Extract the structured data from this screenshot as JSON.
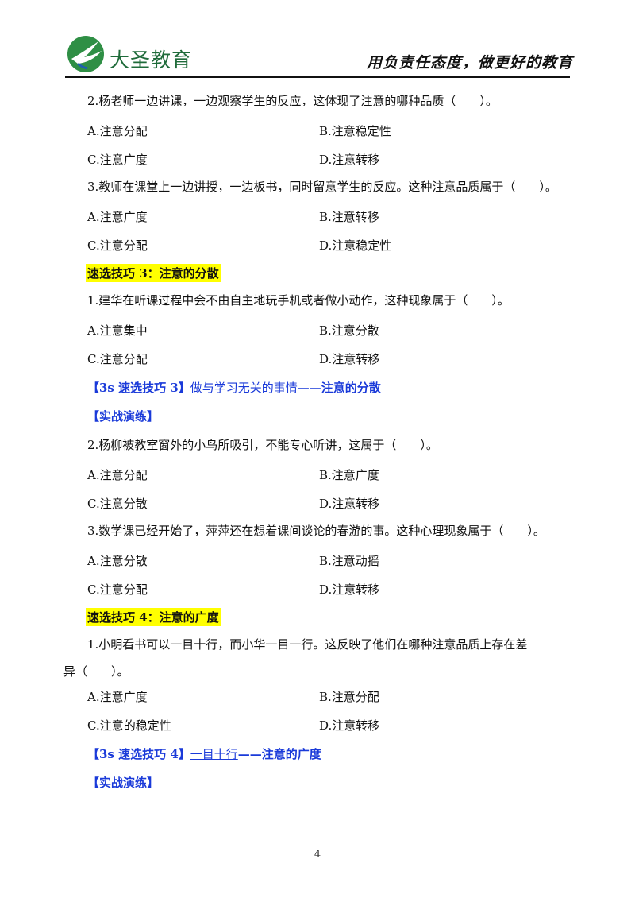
{
  "header": {
    "brand": "大圣教育",
    "slogan": "用负责任态度，做更好的教育"
  },
  "blocks": [
    {
      "type": "question",
      "text": "2.杨老师一边讲课，一边观察学生的反应，这体现了注意的哪种品质（　　）。",
      "options": [
        "A.注意分配",
        "B.注意稳定性",
        "C.注意广度",
        "D.注意转移"
      ]
    },
    {
      "type": "question",
      "text": "3.教师在课堂上一边讲授，一边板书，同时留意学生的反应。这种注意品质属于（　　）。",
      "options": [
        "A.注意广度",
        "B.注意转移",
        "C.注意分配",
        "D.注意稳定性"
      ]
    },
    {
      "type": "section",
      "text": "速选技巧 3：注意的分散"
    },
    {
      "type": "question",
      "text": "1.建华在听课过程中会不由自主地玩手机或者做小动作，这种现象属于（　　）。",
      "options": [
        "A.注意集中",
        "B.注意分散",
        "C.注意分配",
        "D.注意转移"
      ]
    },
    {
      "type": "tip",
      "prefix": "【3s 速选技巧 3】",
      "link": "做与学习无关的事情",
      "suffix": "——注意的分散"
    },
    {
      "type": "practice",
      "text": "【实战演练】"
    },
    {
      "type": "question",
      "text": "2.杨柳被教室窗外的小鸟所吸引，不能专心听讲，这属于（　　）。",
      "options": [
        "A.注意分配",
        "B.注意广度",
        "C.注意分散",
        "D.注意转移"
      ]
    },
    {
      "type": "question",
      "text": "3.数学课已经开始了，萍萍还在想着课间谈论的春游的事。这种心理现象属于（　　）。",
      "options": [
        "A.注意分散",
        "B.注意动摇",
        "C.注意分配",
        "D.注意转移"
      ]
    },
    {
      "type": "section",
      "text": "速选技巧 4：注意的广度"
    },
    {
      "type": "question",
      "text": "1.小明看书可以一目十行，而小华一目一行。这反映了他们在哪种注意品质上存在差",
      "text_cont": "异（　　）。",
      "options": [
        "A.注意广度",
        "B.注意分配",
        "C.注意的稳定性",
        "D.注意转移"
      ]
    },
    {
      "type": "tip",
      "prefix": "【3s 速选技巧 4】",
      "link": "一目十行",
      "suffix": "——注意的广度"
    },
    {
      "type": "practice",
      "text": "【实战演练】"
    }
  ],
  "page_number": "4",
  "colors": {
    "highlight": "#ffff00",
    "tip": "#1a3ad9",
    "brand": "#1f6b3a"
  }
}
